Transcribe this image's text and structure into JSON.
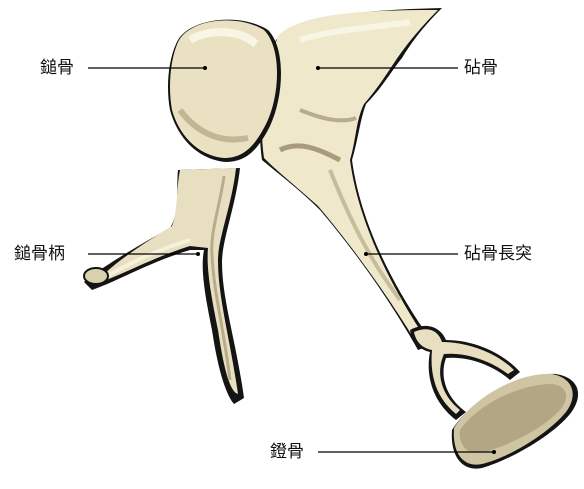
{
  "labels": {
    "malleus": "鎚骨",
    "incus": "砧骨",
    "malleus_handle": "鎚骨柄",
    "incus_long_process": "砧骨長突",
    "stapes": "鐙骨"
  },
  "colors": {
    "bone_light": "#f3edd2",
    "bone_mid": "#ded6b4",
    "bone_shadow": "#b8ac8c",
    "bone_dark": "#8c7f65",
    "outline": "#141414",
    "leader": "#000000"
  }
}
